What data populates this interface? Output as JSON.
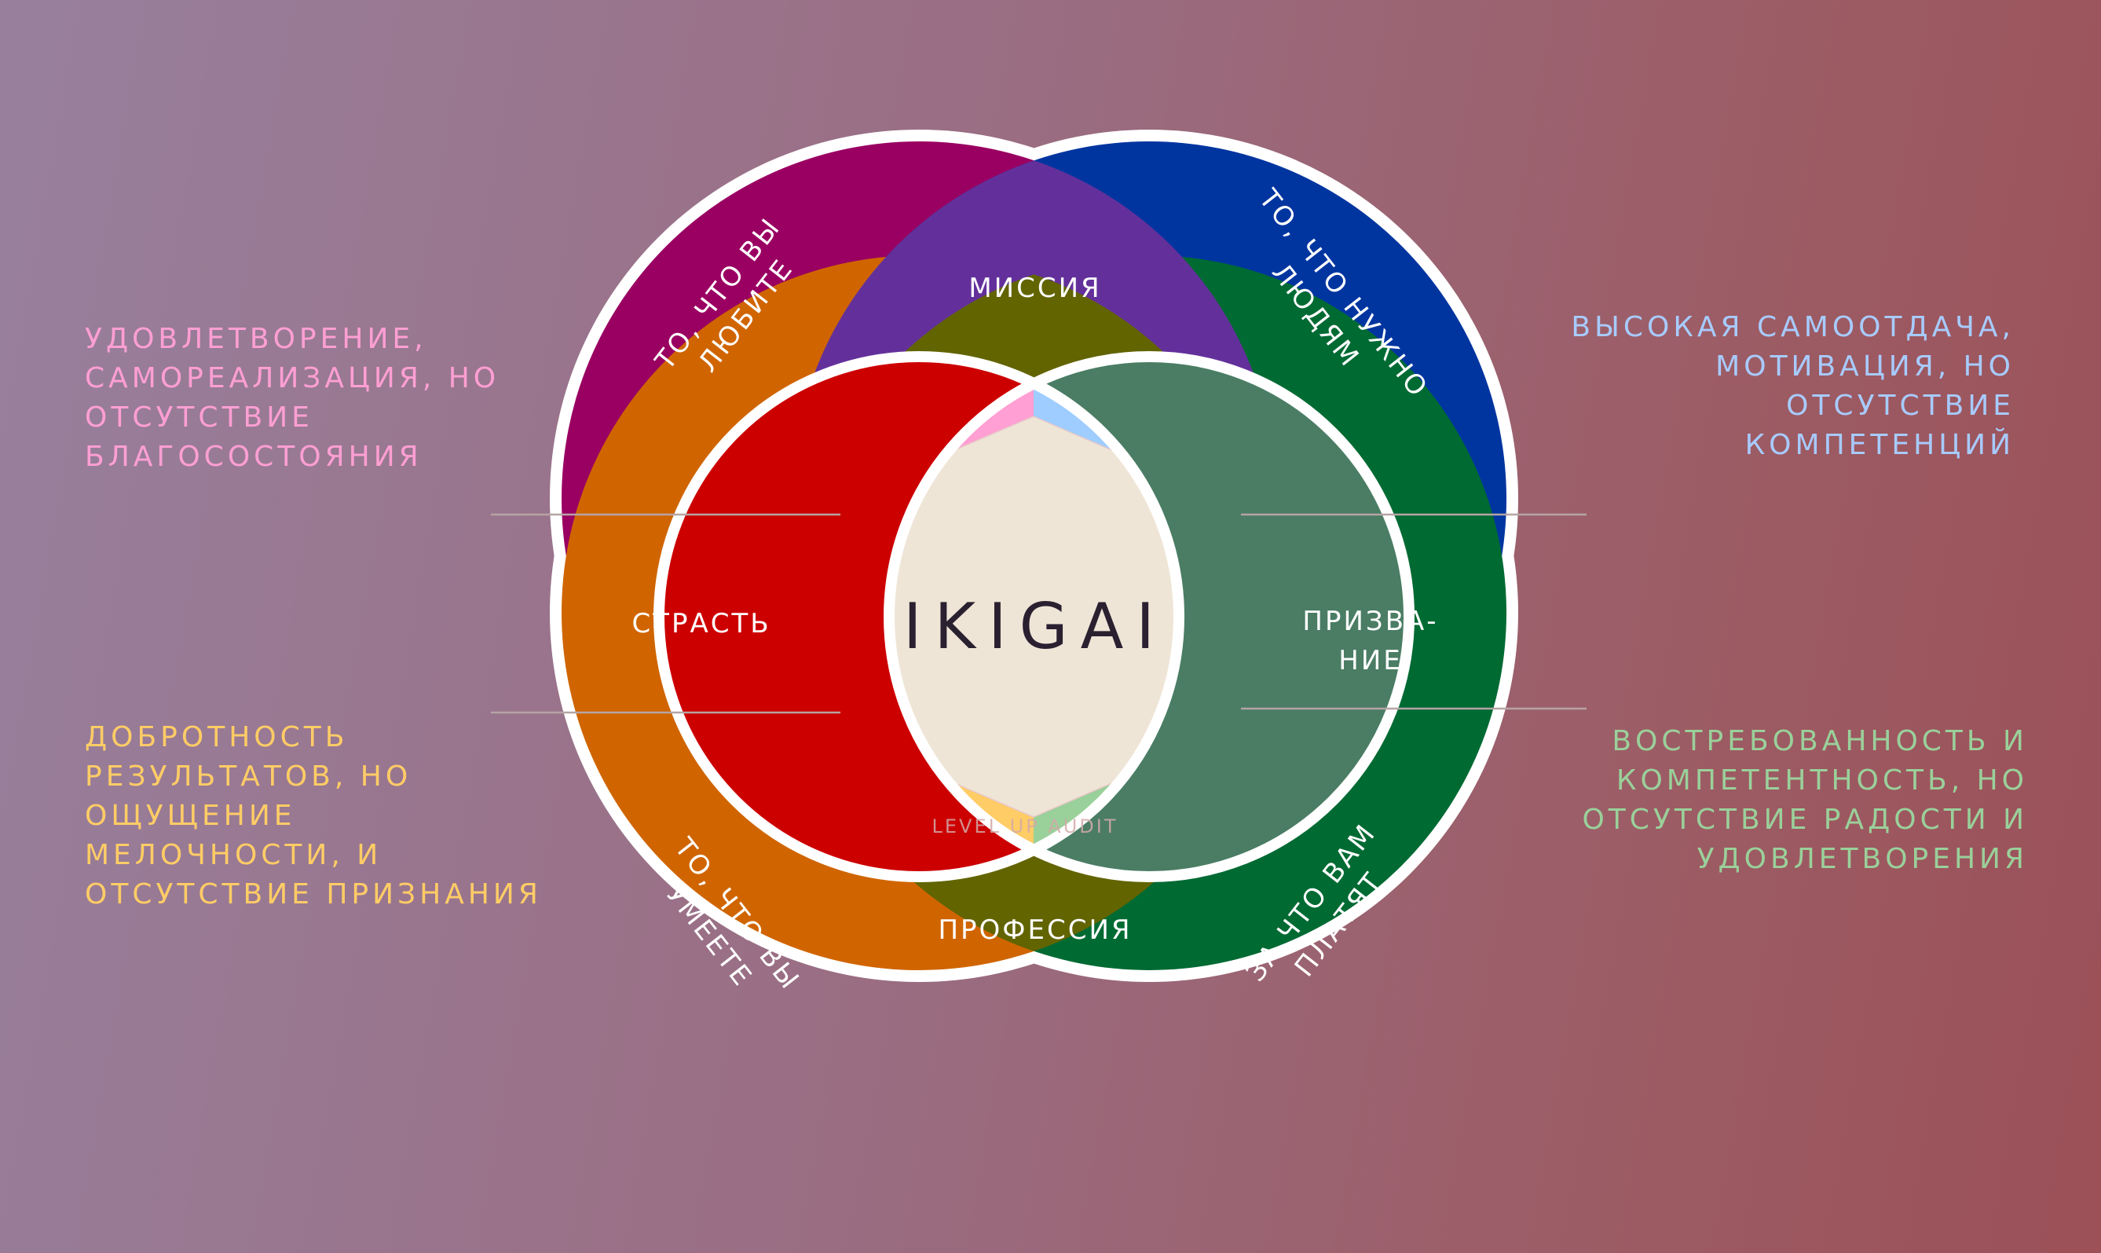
{
  "title": "IKIGAI",
  "watermark": "LEVEL UP AUDIT",
  "circles": {
    "love": {
      "lines": [
        "ТО, ЧТО ВЫ",
        "ЛЮБИТЕ"
      ],
      "color": "#9a0062"
    },
    "need": {
      "lines": [
        "ТО, ЧТО НУЖНО",
        "ЛЮДЯМ"
      ],
      "color": "#0035a0"
    },
    "good": {
      "lines": [
        "ТО, ЧТО ВЫ",
        "УМЕЕТЕ"
      ],
      "color": "#d06500"
    },
    "paid": {
      "lines": [
        "ЗА ЧТО ВАМ",
        "ПЛАТЯТ"
      ],
      "color": "#006a33"
    }
  },
  "zones": {
    "mission": {
      "label": "МИССИЯ",
      "color": "#63309b"
    },
    "passion": {
      "label": "СТРАСТЬ",
      "color": "#cd0000"
    },
    "vocation": {
      "lines": [
        "ПРИЗВА-",
        "НИЕ"
      ],
      "color": "#4a7d64"
    },
    "profession": {
      "label": "ПРОФЕССИЯ",
      "color": "#626400"
    },
    "pink": {
      "color": "#ff9fd3"
    },
    "lightblue": {
      "color": "#9fcdff"
    },
    "yellow": {
      "color": "#ffcc66"
    },
    "lightgreen": {
      "color": "#9ad09a"
    },
    "center": {
      "color": "#efe5d7"
    }
  },
  "notes": {
    "top_left": {
      "lines": [
        "УДОВЛЕТВОРЕНИЕ,",
        "САМОРЕАЛИЗАЦИЯ, НО",
        "ОТСУТСТВИЕ",
        "БЛАГОСОСТОЯНИЯ"
      ],
      "color": "#ff9fd3"
    },
    "top_right": {
      "lines": [
        "ВЫСОКАЯ САМООТДАЧА,",
        "МОТИВАЦИЯ, НО",
        "ОТСУТСТВИЕ",
        "КОМПЕТЕНЦИЙ"
      ],
      "color": "#a8cbff"
    },
    "bottom_left": {
      "lines": [
        "ДОБРОТНОСТЬ",
        "РЕЗУЛЬТАТОВ, НО",
        "ОЩУЩЕНИЕ",
        "МЕЛОЧНОСТИ, И",
        "ОТСУТСТВИЕ ПРИЗНАНИЯ"
      ],
      "color": "#ffcc66"
    },
    "bottom_right": {
      "lines": [
        "ВОСТРЕБОВАННОСТЬ И",
        "КОМПЕТЕНТНОСТЬ, НО",
        "ОТСУТСТВИЕ РАДОСТИ И",
        "УДОВЛЕТВОРЕНИЯ"
      ],
      "color": "#9ad09a"
    }
  }
}
